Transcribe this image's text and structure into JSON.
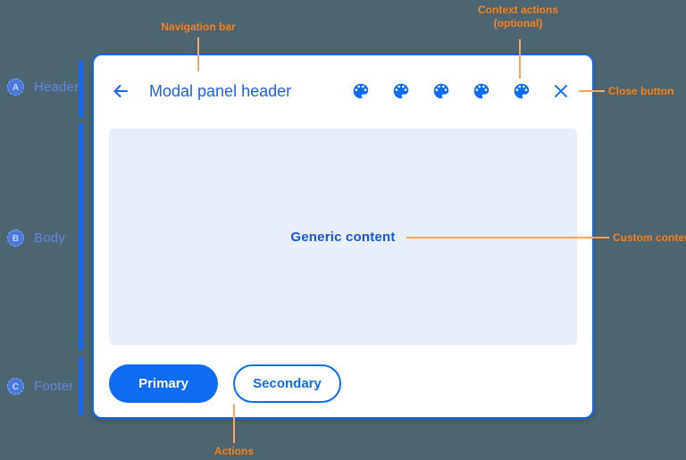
{
  "sections": [
    {
      "letter": "A",
      "label": "Header"
    },
    {
      "letter": "B",
      "label": "Body"
    },
    {
      "letter": "C",
      "label": "Footer"
    }
  ],
  "modal": {
    "header": {
      "title": "Modal panel header",
      "back_icon_name": "arrow-left-icon",
      "context_action_icon_name": "palette-icon",
      "context_action_count": 5,
      "close_icon_name": "close-icon"
    },
    "body": {
      "content": "Generic content"
    },
    "footer": {
      "primary_label": "Primary",
      "secondary_label": "Secondary"
    }
  },
  "annotations": {
    "navigation_bar": "Navigation bar",
    "context_actions_line1": "Context actions",
    "context_actions_line2": "(optional)",
    "close_button": "Close button",
    "custom_content": "Custom content",
    "actions": "Actions"
  },
  "colors": {
    "background": "#4C6570",
    "accent_blue": "#0E6BF2",
    "title_blue": "#1A63E8",
    "body_fill": "#E8EFFB",
    "annotation_text_orange": "#F5821F",
    "annotation_line_orange": "#F9A55F",
    "section_label_blue": "#6285DC"
  }
}
